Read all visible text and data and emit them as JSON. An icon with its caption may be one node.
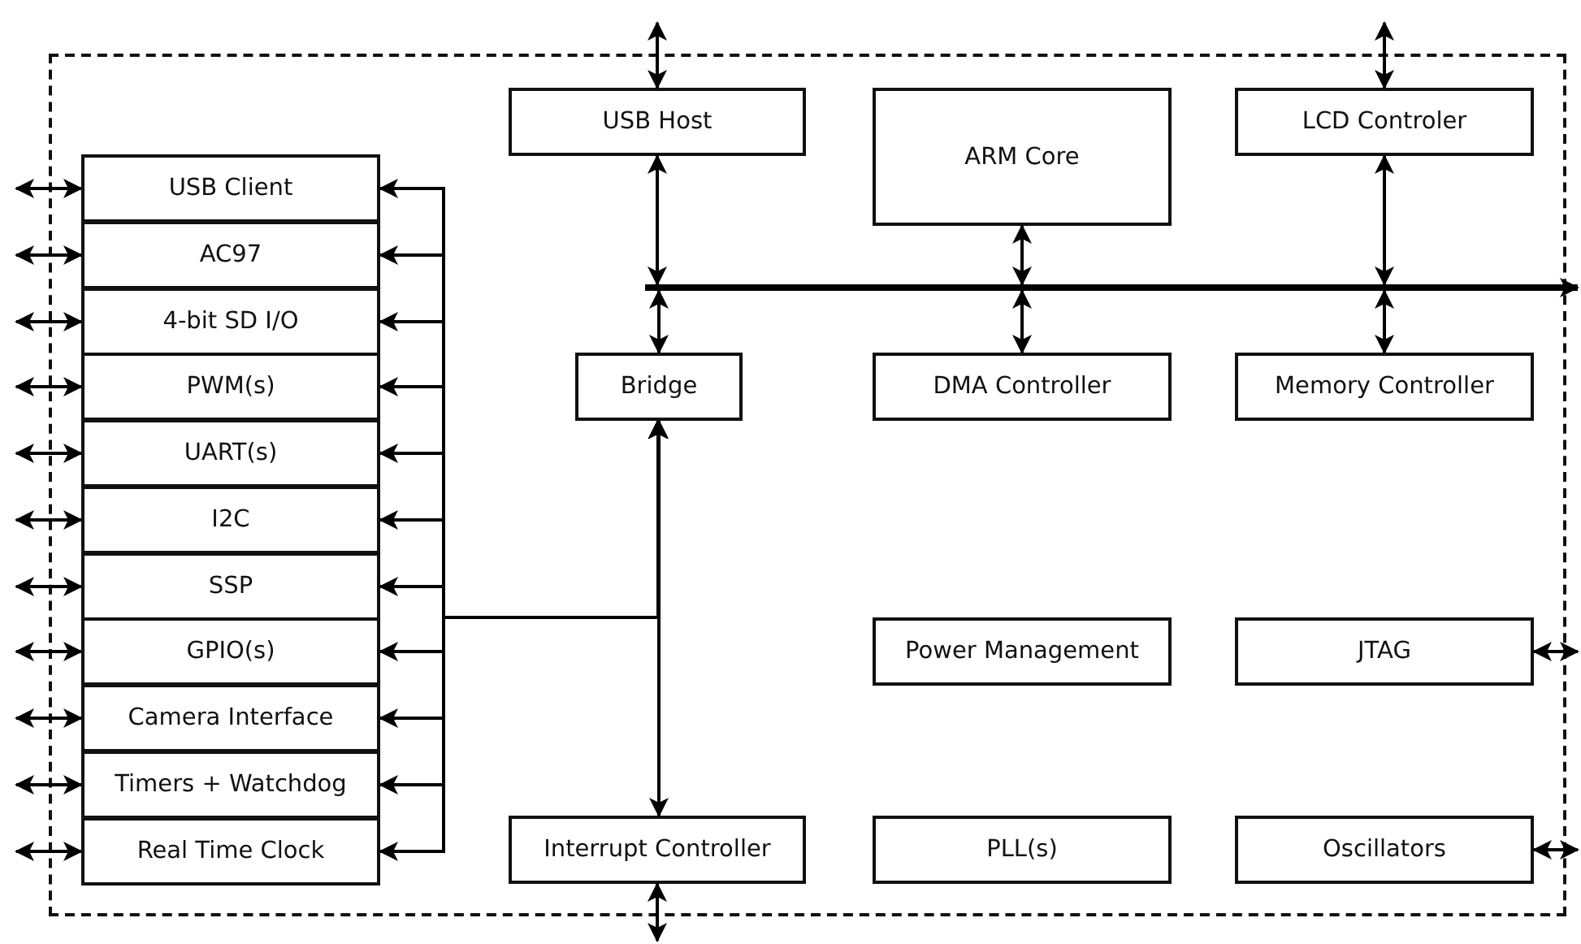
{
  "diagram": {
    "nodes": [
      {
        "text": [],
        "shape": "box"
      },
      {
        "text": [
          "USB Host"
        ],
        "in": 0
      },
      {
        "text": [
          "ARM Core"
        ],
        "in": 0
      },
      {
        "text": [
          "LCD Controler"
        ],
        "in": 0
      },
      {
        "text": [
          "USB Client"
        ],
        "in": 0
      },
      {
        "text": [
          "AC97"
        ],
        "in": 0
      },
      {
        "text": [
          "4-bit SD I/O"
        ],
        "in": 0
      },
      {
        "text": [
          "PWM(s)"
        ],
        "in": 0
      },
      {
        "text": [
          "UART(s)"
        ],
        "in": 0
      },
      {
        "text": [
          "I2C"
        ],
        "in": 0
      },
      {
        "text": [
          "SSP"
        ],
        "in": 0
      },
      {
        "text": [
          "GPIO(s)"
        ],
        "in": 0
      },
      {
        "text": [
          "Camera Interface"
        ],
        "in": 0
      },
      {
        "text": [
          "Timers + Watchdog"
        ],
        "in": 0
      },
      {
        "text": [
          "Real Time Clock"
        ],
        "in": 0
      },
      {
        "text": [],
        "shape": "bar",
        "in": 0
      },
      {
        "text": [
          "Bridge"
        ],
        "in": 0
      },
      {
        "text": [
          "DMA Controller"
        ],
        "in": 0
      },
      {
        "text": [
          "Memory Controller"
        ],
        "in": 0
      },
      {
        "text": [
          "Power Management"
        ],
        "in": 0
      },
      {
        "text": [
          "JTAG"
        ],
        "in": 0
      },
      {
        "text": [
          "Interrupt Controller"
        ],
        "in": 0
      },
      {
        "text": [
          "PLL(s)"
        ],
        "in": 0
      },
      {
        "text": [
          "Oscillators"
        ],
        "in": 0
      }
    ],
    "edges": [
      {
        "from": null,
        "to": 1,
        "arrow": "both"
      },
      {
        "from": null,
        "to": 3,
        "arrow": "both"
      },
      {
        "from": 1,
        "to": 15,
        "arrow": "both"
      },
      {
        "from": 2,
        "to": 15,
        "arrow": "both"
      },
      {
        "from": 3,
        "to": 15,
        "arrow": "both"
      },
      {
        "from": 15,
        "to": 16,
        "arrow": "both"
      },
      {
        "from": 15,
        "to": 17,
        "arrow": "both"
      },
      {
        "from": 15,
        "to": 18,
        "arrow": "both"
      },
      {
        "from": 15,
        "to": null,
        "arrow": "to",
        "style": "thick"
      },
      {
        "from": 16,
        "to": 4,
        "arrow": "both"
      },
      {
        "from": 16,
        "to": 5,
        "arrow": "both"
      },
      {
        "from": 16,
        "to": 6,
        "arrow": "both"
      },
      {
        "from": 16,
        "to": 7,
        "arrow": "both"
      },
      {
        "from": 16,
        "to": 8,
        "arrow": "both"
      },
      {
        "from": 16,
        "to": 9,
        "arrow": "both"
      },
      {
        "from": 16,
        "to": 10,
        "arrow": "both"
      },
      {
        "from": 16,
        "to": 11,
        "arrow": "both"
      },
      {
        "from": 16,
        "to": 12,
        "arrow": "both"
      },
      {
        "from": 16,
        "to": 13,
        "arrow": "both"
      },
      {
        "from": 16,
        "to": 14,
        "arrow": "both"
      },
      {
        "from": 16,
        "to": 21,
        "arrow": "both"
      },
      {
        "from": null,
        "to": 4,
        "arrow": "both"
      },
      {
        "from": null,
        "to": 5,
        "arrow": "both"
      },
      {
        "from": null,
        "to": 6,
        "arrow": "both"
      },
      {
        "from": null,
        "to": 7,
        "arrow": "both"
      },
      {
        "from": null,
        "to": 8,
        "arrow": "both"
      },
      {
        "from": null,
        "to": 9,
        "arrow": "both"
      },
      {
        "from": null,
        "to": 10,
        "arrow": "both"
      },
      {
        "from": null,
        "to": 11,
        "arrow": "both"
      },
      {
        "from": null,
        "to": 12,
        "arrow": "both"
      },
      {
        "from": null,
        "to": 13,
        "arrow": "both"
      },
      {
        "from": null,
        "to": 14,
        "arrow": "both"
      },
      {
        "from": null,
        "to": 20,
        "arrow": "both"
      },
      {
        "from": null,
        "to": 23,
        "arrow": "both"
      },
      {
        "from": 21,
        "to": null,
        "arrow": "both"
      }
    ]
  }
}
